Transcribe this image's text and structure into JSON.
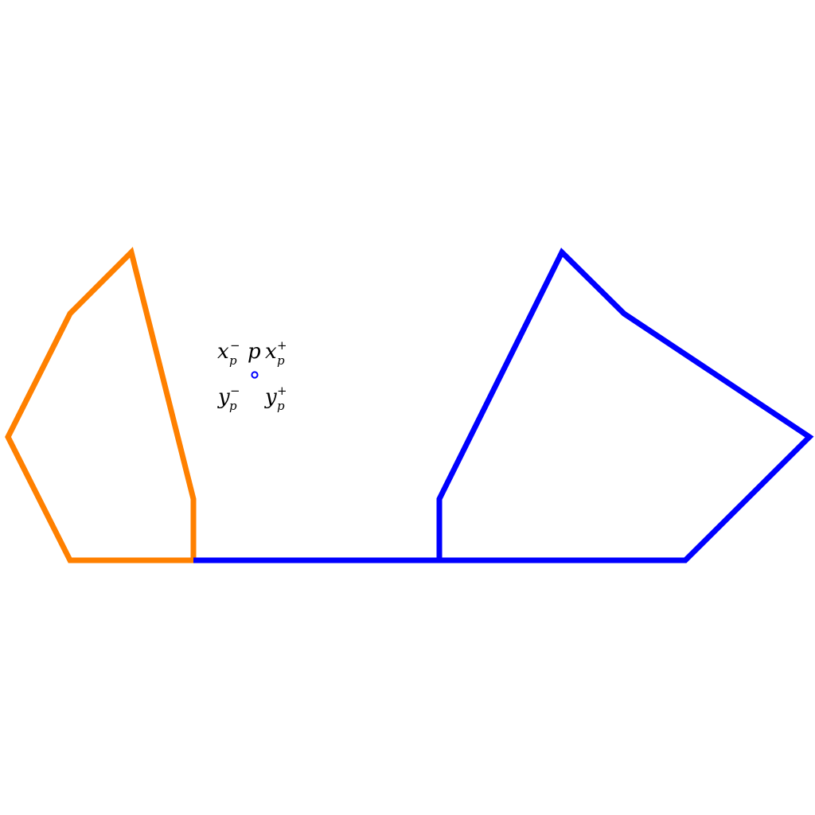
{
  "colors": {
    "orange": "#ff8000",
    "blue": "#0000ff",
    "text": "#000000",
    "background": "#ffffff"
  },
  "labels": {
    "x_minus": {
      "base": "x",
      "sub": "p",
      "sup": "−"
    },
    "p": {
      "base": "p"
    },
    "x_plus": {
      "base": "x",
      "sub": "p",
      "sup": "+"
    },
    "y_minus": {
      "base": "y",
      "sub": "p",
      "sup": "−"
    },
    "y_plus": {
      "base": "y",
      "sub": "p",
      "sup": "+"
    }
  }
}
